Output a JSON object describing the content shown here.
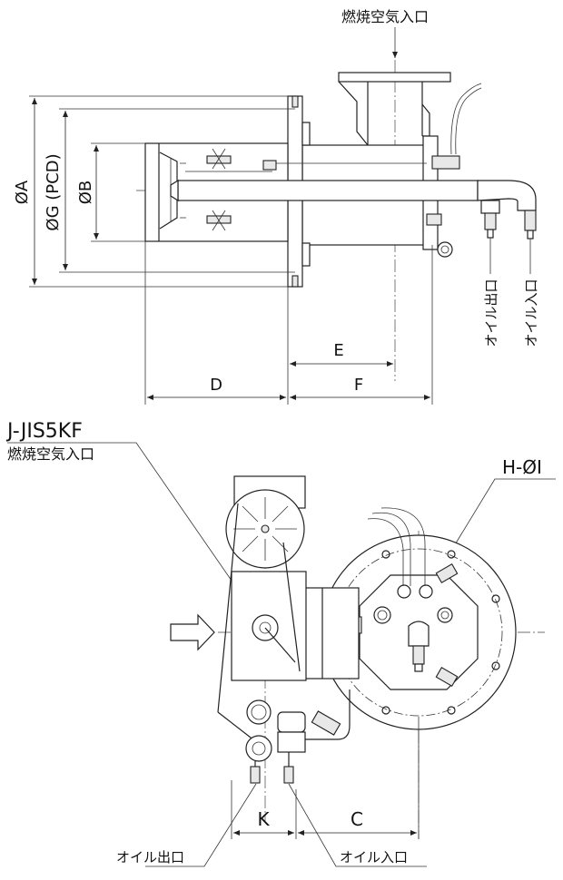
{
  "top_view": {
    "air_inlet_label": "燃焼空気入口",
    "dim_A": "ØA",
    "dim_G": "ØG (PCD)",
    "dim_B": "ØB",
    "dim_D": "D",
    "dim_E": "E",
    "dim_F": "F",
    "oil_outlet_label": "オイル出口",
    "oil_inlet_label": "オイル入口"
  },
  "bottom_view": {
    "flange_standard": "J-JIS5KF",
    "air_inlet_label": "燃焼空気入口",
    "dim_H": "H-ØI",
    "dim_K": "K",
    "dim_C": "C",
    "oil_outlet_label": "オイル出口",
    "oil_inlet_label": "オイル入口"
  }
}
